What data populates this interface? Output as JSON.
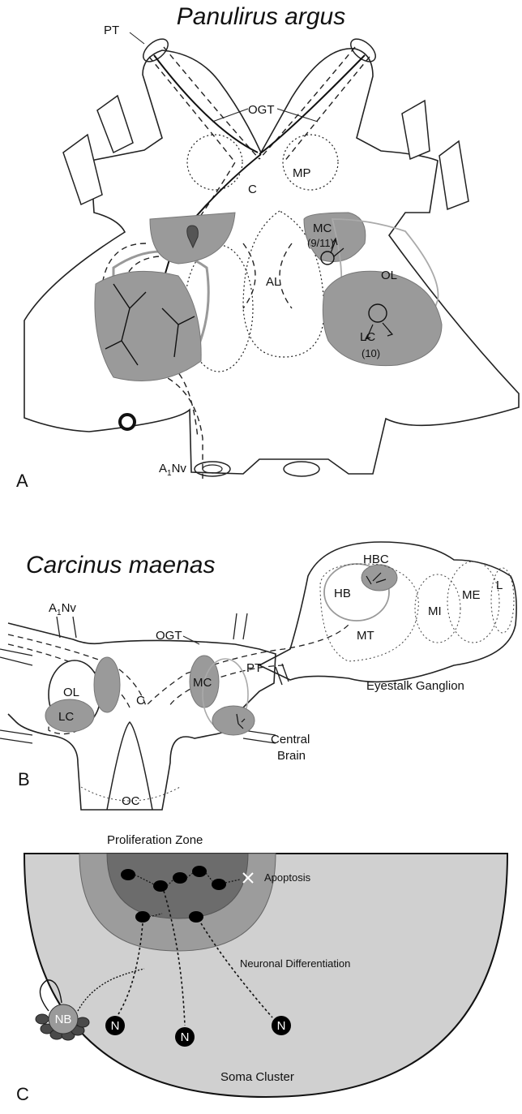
{
  "panel_a": {
    "letter": "A",
    "title": "Panulirus argus",
    "labels": {
      "pt": "PT",
      "ogt": "OGT",
      "c": "C",
      "mp": "MP",
      "mc": "MC",
      "mc_count": "(9/11)",
      "ol": "OL",
      "al": "AL",
      "lc": "LC",
      "lc_count": "(10)",
      "a1nv": "A",
      "a1nv_sub": "1",
      "a1nv_suffix": "Nv"
    }
  },
  "panel_b": {
    "letter": "B",
    "title": "Carcinus maenas",
    "labels": {
      "a1nv": "A",
      "a1nv_sub": "1",
      "a1nv_suffix": "Nv",
      "ogt": "OGT",
      "pt": "PT",
      "ol": "OL",
      "lc": "LC",
      "c": "C",
      "mc": "MC",
      "hbc": "HBC",
      "hb": "HB",
      "mt": "MT",
      "mi": "MI",
      "me": "ME",
      "l": "L",
      "eyestalk": "Eyestalk Ganglion",
      "central_1": "Central",
      "central_2": "Brain",
      "oc": "OC"
    }
  },
  "panel_c": {
    "letter": "C",
    "labels": {
      "proliferation": "Proliferation Zone",
      "apoptosis": "Apoptosis",
      "differentiation": "Neuronal Differentiation",
      "nb": "NB",
      "n1": "N",
      "n2": "N",
      "n3": "N",
      "soma": "Soma Cluster"
    }
  }
}
